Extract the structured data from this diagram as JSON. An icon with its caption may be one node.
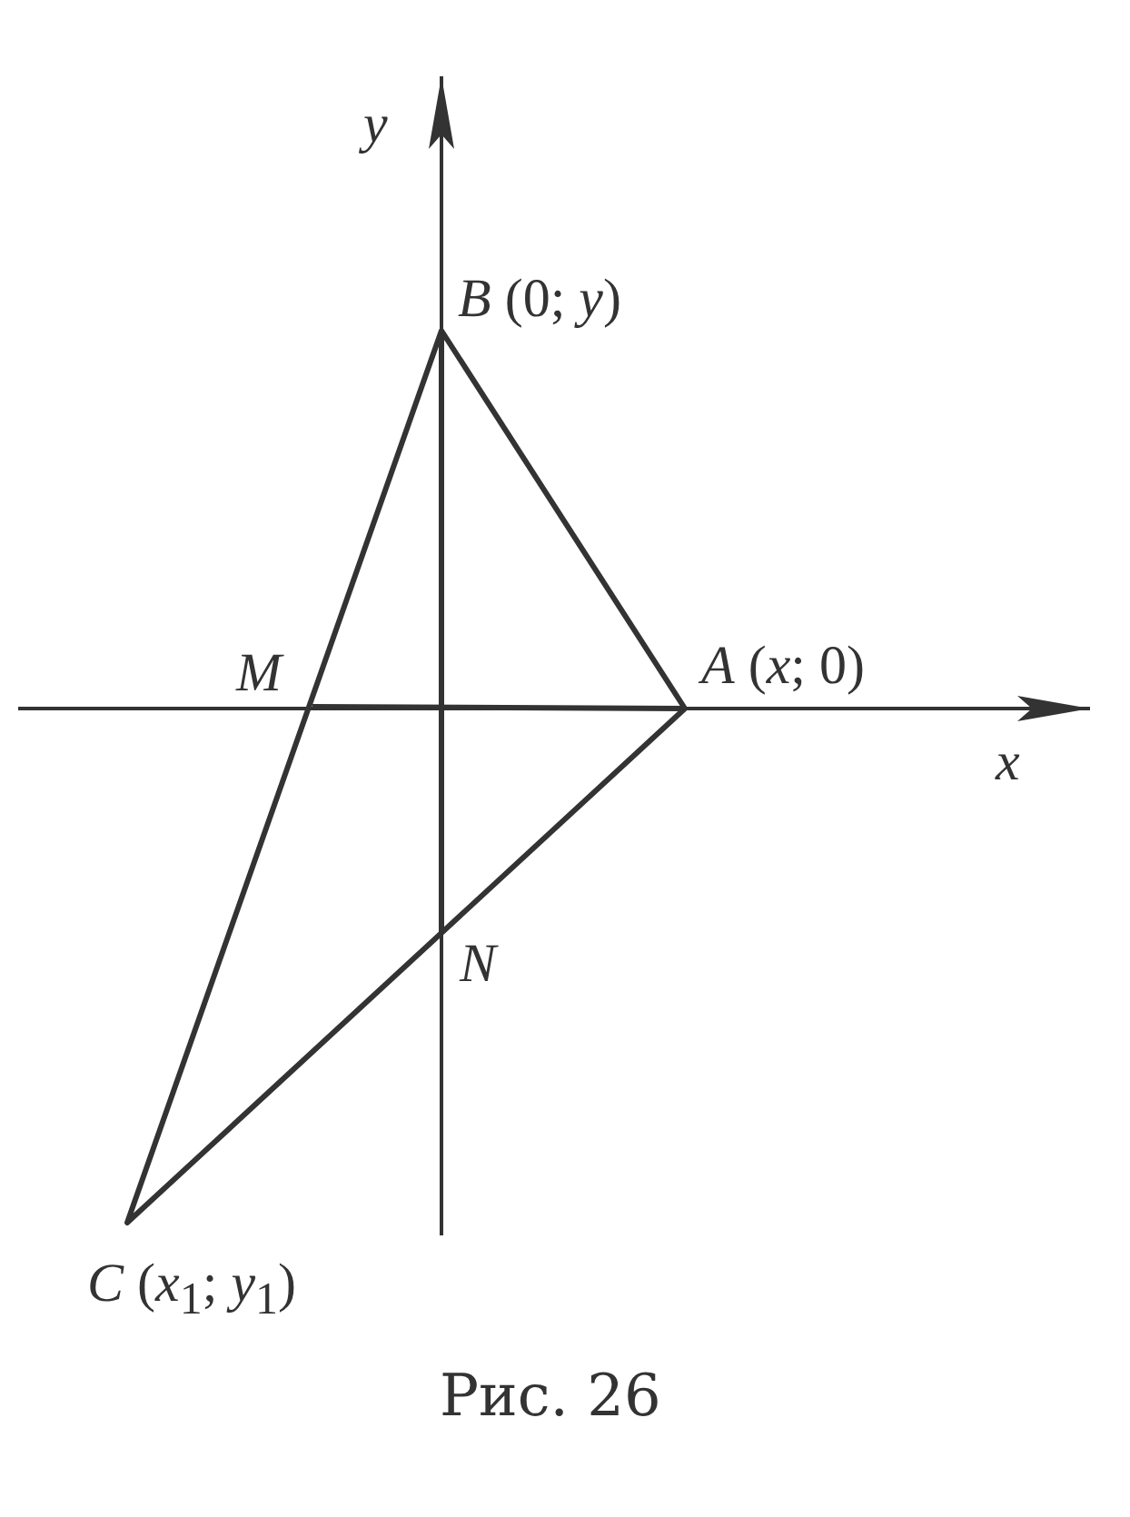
{
  "diagram": {
    "caption": "Рис. 26",
    "labels": [
      "*y*",
      "*B* (0; *y*)",
      "*M*",
      "*A* (*x*; 0)",
      "*x*",
      "*N*",
      "*C* (*x*$_{1}$; *y*$_{1}$)"
    ]
  }
}
